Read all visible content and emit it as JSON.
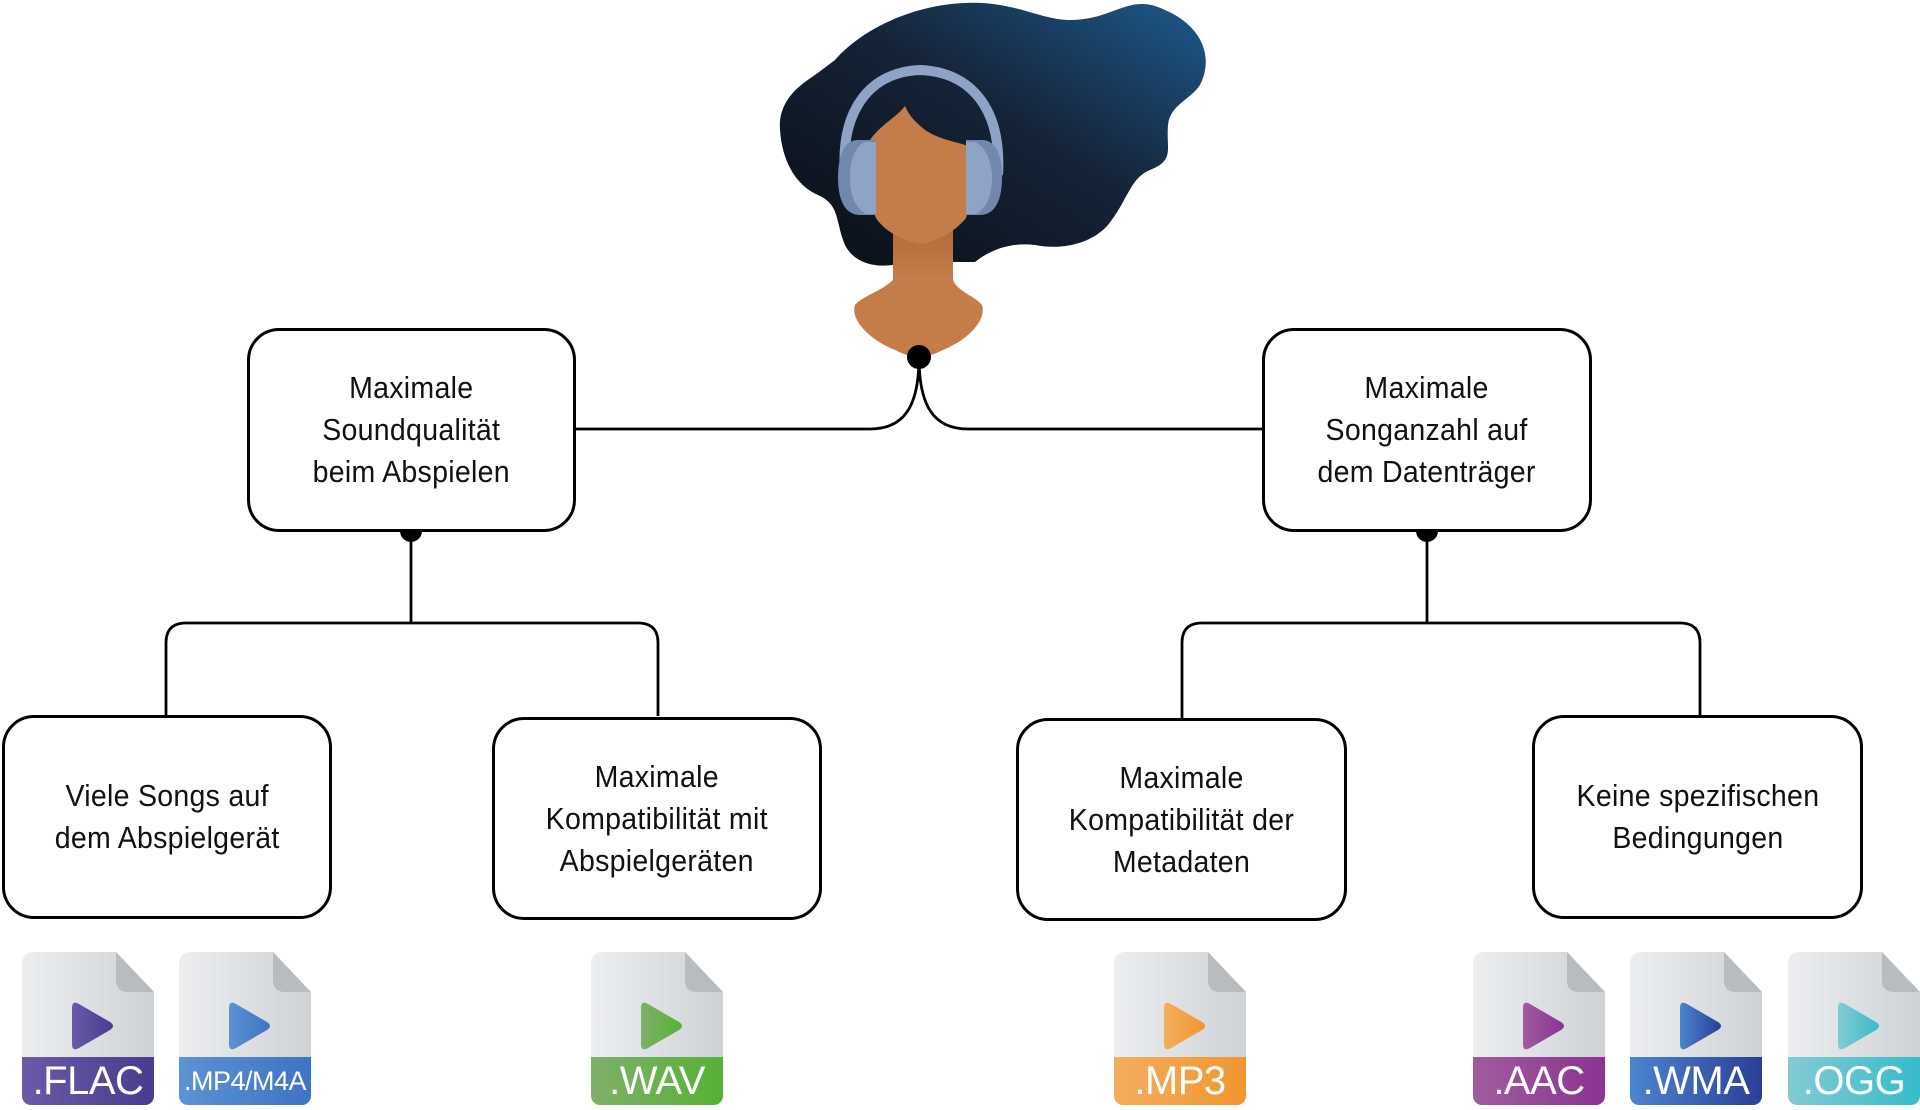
{
  "diagram": {
    "root": {
      "label": "Listener with headphones",
      "icon": "person-headphones-icon"
    },
    "goals": [
      {
        "id": "sound-quality",
        "label": "Maximale\nSoundqualität\nbeim Abspielen",
        "children": [
          {
            "id": "many-songs",
            "label": "Viele Songs auf\ndem Abspielgerät",
            "formats": [
              {
                "name": ".FLAC",
                "color_start": "#6a5aa8",
                "color_end": "#4a3b8f"
              },
              {
                "name": ".MP4/M4A",
                "color_start": "#5b93d3",
                "color_end": "#3d73c4"
              }
            ]
          },
          {
            "id": "device-compatibility",
            "label": "Maximale\nKompatibilität mit\nAbspielgeräten",
            "formats": [
              {
                "name": ".WAV",
                "color_start": "#7fb06a",
                "color_end": "#55b234"
              }
            ]
          }
        ]
      },
      {
        "id": "song-count",
        "label": "Maximale\nSonganzahl auf\ndem Datenträger",
        "children": [
          {
            "id": "metadata-compatibility",
            "label": "Maximale\nKompatibilität der\nMetadaten",
            "formats": [
              {
                "name": ".MP3",
                "color_start": "#f4ad5e",
                "color_end": "#f1962f"
              }
            ]
          },
          {
            "id": "no-conditions",
            "label": "Keine spezifischen\nBedingungen",
            "formats": [
              {
                "name": ".AAC",
                "color_start": "#a05c9e",
                "color_end": "#8b3391"
              },
              {
                "name": ".WMA",
                "color_start": "#4a85cf",
                "color_end": "#2a3f96"
              },
              {
                "name": ".OGG",
                "color_start": "#83cbd2",
                "color_end": "#36bccb"
              }
            ]
          }
        ]
      }
    ]
  },
  "colors": {
    "line": "#000000",
    "hair_start": "#0a0d14",
    "hair_end": "#1d5a8c",
    "skin": "#c47c48",
    "skin_shadow": "#b56d3c",
    "headphones": "#8fa3c6",
    "headphones_dark": "#7287ae",
    "file_body": "#e3e5e7",
    "file_fold": "#b9bcbf"
  }
}
